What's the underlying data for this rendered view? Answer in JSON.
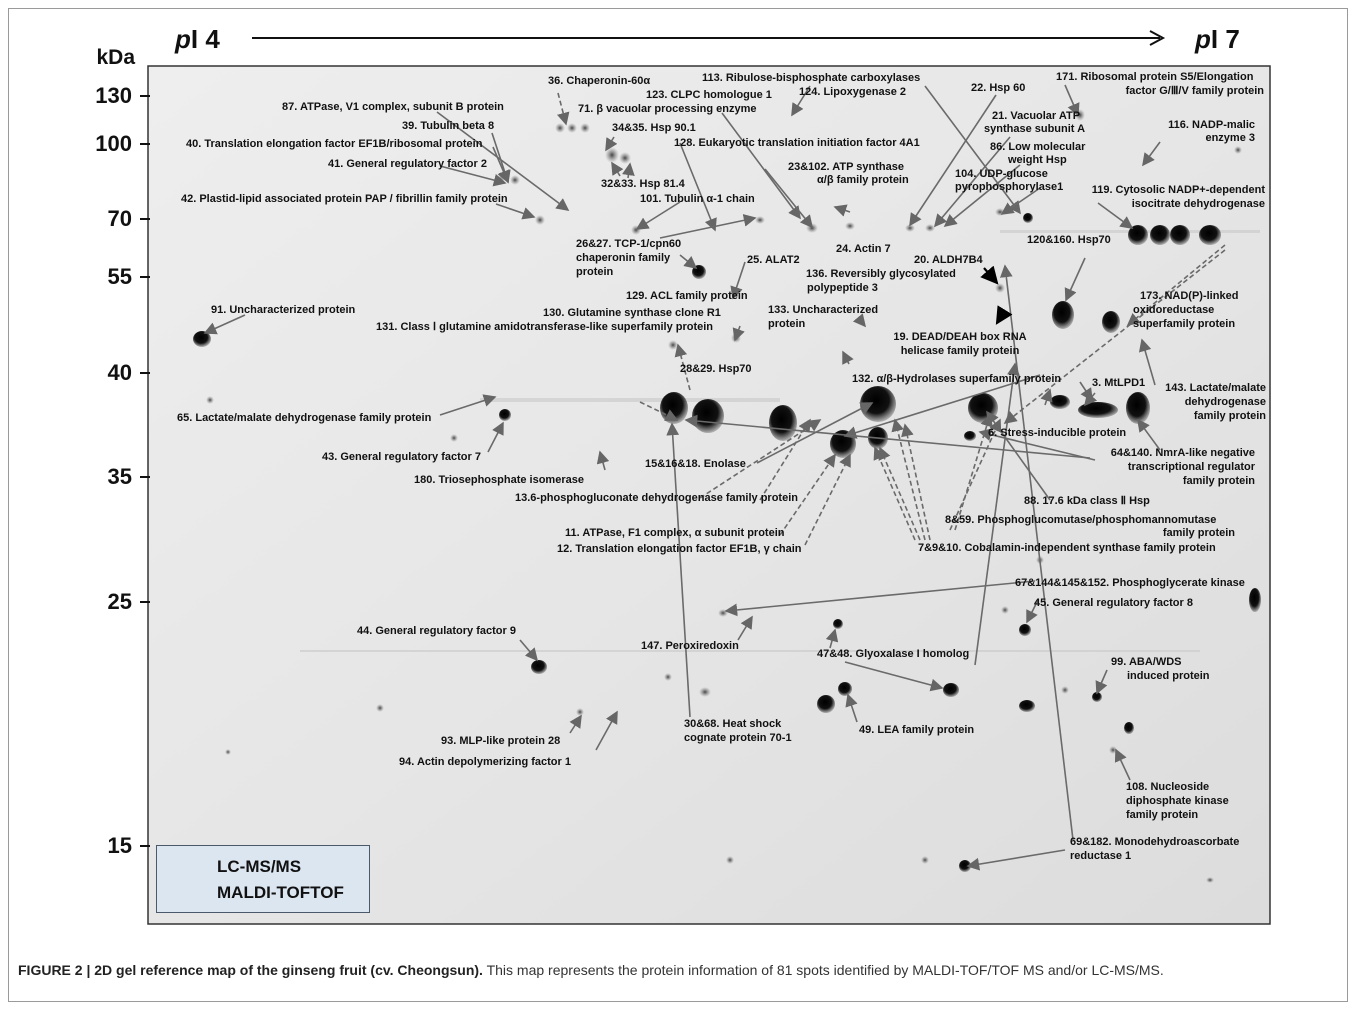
{
  "axis": {
    "pi_start": "pI 4",
    "pi_end": "pI 7",
    "kda_label": "kDa",
    "mw_ticks": [
      "130",
      "100",
      "70",
      "55",
      "40",
      "35",
      "25",
      "15"
    ]
  },
  "labels": [
    "36. Chaperonin-60α",
    "113. Ribulose-bisphosphate carboxylases",
    "171. Ribosomal protein S5/Elongation",
    "factor G/Ⅲ/V family protein",
    "123. CLPC homologue 1",
    "124. Lipoxygenase 2",
    "22. Hsp 60",
    "87. ATPase, V1 complex, subunit B protein",
    "71. β vacuolar processing enzyme",
    "21. Vacuolar ATP",
    "synthase subunit A",
    "116. NADP-malic",
    "enzyme 3",
    "39. Tubulin beta 8",
    "34&35. Hsp 90.1",
    "40. Translation elongation factor EF1B/ribosomal protein",
    "128. Eukaryotic translation initiation factor 4A1",
    "86. Low molecular",
    "weight Hsp",
    "41. General regulatory factor 2",
    "23&102. ATP synthase",
    "α/β family protein",
    "104. UDP-glucose",
    "pyrophosphorylase1",
    "32&33. Hsp 81.4",
    "119. Cytosolic NADP+-dependent",
    "isocitrate dehydrogenase",
    "42. Plastid-lipid associated protein PAP / fibrillin family protein",
    "101. Tubulin α-1 chain",
    "24. Actin 7",
    "26&27. TCP-1/cpn60",
    "chaperonin family",
    "protein",
    "25. ALAT2",
    "120&160. Hsp70",
    "20. ALDH7B4",
    "136. Reversibly glycosylated",
    "polypeptide 3",
    "129. ACL family protein",
    "173. NAD(P)-linked",
    "oxidoreductase",
    "superfamily protein",
    "91. Uncharacterized protein",
    "130. Glutamine synthase clone R1",
    "133. Uncharacterized",
    "protein",
    "131. Class Ⅰ glutamine amidotransferase-like superfamily protein",
    "19. DEAD/DEAH box RNA",
    "helicase family protein",
    "28&29. Hsp70",
    "132. α/β-Hydrolases superfamily protein",
    "3. MtLPD1",
    "143. Lactate/malate",
    "dehydrogenase",
    "family protein",
    "65. Lactate/malate dehydrogenase family protein",
    "6. Stress-inducible protein",
    "43. General regulatory factor 7",
    "15&16&18. Enolase",
    "64&140. NmrA-like negative",
    "transcriptional regulator",
    "family protein",
    "180. Triosephosphate isomerase",
    "13.6-phosphogluconate dehydrogenase family protein",
    "88. 17.6 kDa class Ⅱ Hsp",
    "8&59. Phosphoglucomutase/phosphomannomutase",
    "family protein",
    "11. ATPase, F1 complex, α subunit protein",
    "12. Translation elongation factor EF1B, γ chain",
    "7&9&10. Cobalamin-independent synthase family protein",
    "67&144&145&152. Phosphoglycerate kinase",
    "45. General regulatory factor 8",
    "44. General regulatory factor 9",
    "147. Peroxiredoxin",
    "47&48. Glyoxalase I homolog",
    "99. ABA/WDS",
    "induced protein",
    "30&68. Heat shock",
    "cognate protein 70-1",
    "49. LEA family protein",
    "93. MLP-like protein 28",
    "94. Actin depolymerizing factor 1",
    "108. Nucleoside",
    "diphosphate kinase",
    "family protein",
    "69&182. Monodehydroascorbate",
    "reductase 1"
  ],
  "legend": {
    "lcms": "LC-MS/MS",
    "maldi": "MALDI-TOFTOF"
  },
  "caption": {
    "bold": "FIGURE 2 | 2D gel reference map of the ginseng fruit (cv. Cheongsun).",
    "normal": " This map represents the protein information of 81 spots identified by MALDI-TOF/TOF MS and/or LC-MS/MS."
  }
}
